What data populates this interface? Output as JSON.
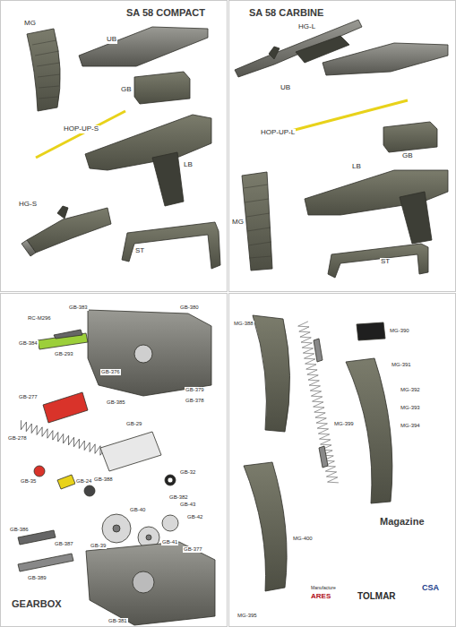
{
  "diagram": {
    "nodes": [
      {
        "text": [
          "SA 58 COMPACT"
        ]
      },
      {
        "text": [
          "SA 58 CARBINE"
        ]
      },
      {
        "text": [
          "GEARBOX"
        ]
      },
      {
        "text": [
          "Magazine"
        ]
      }
    ],
    "labels": [
      "MG",
      "UB",
      "GB",
      "HOP-UP-S",
      "LB",
      "HG-S",
      "ST",
      "HG-L",
      "UB",
      "HOP-UP-L",
      "GB",
      "LB",
      "MG",
      "ST",
      "GB-383",
      "RC-M296",
      "GB-384",
      "GB-293",
      "GB-380",
      "GB-379",
      "GB-378",
      "GB-376",
      "GB-385",
      "GB-277",
      "GB-278",
      "GB-35",
      "GB-24",
      "GB-32",
      "GB-29",
      "GB-382",
      "GB-386",
      "GB-387",
      "GB-389",
      "GB-388",
      "GB-39",
      "GB-40",
      "GB-41",
      "GB-42",
      "GB-43",
      "GB-377",
      "GB-381",
      "MG-388",
      "MG-390",
      "MG-391",
      "MG-392",
      "MG-393",
      "MG-394",
      "MG-399",
      "MG-400",
      "MG-395",
      "Manufacture",
      "ARES",
      "TOLMAR",
      "CSA"
    ]
  }
}
